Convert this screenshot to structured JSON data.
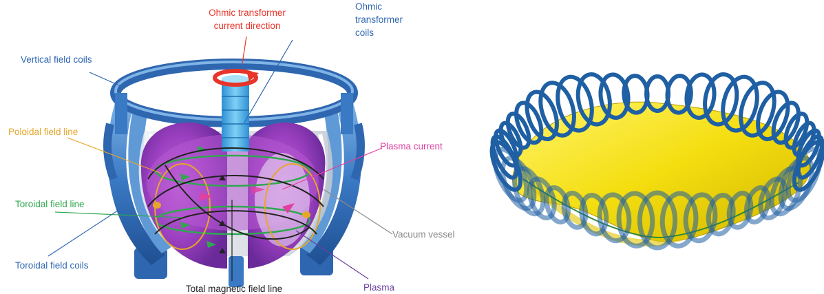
{
  "tokamak": {
    "labels": {
      "ohmic_current": [
        "Ohmic transformer",
        "current direction"
      ],
      "ohmic_coils": [
        "Ohmic",
        "transformer",
        "coils"
      ],
      "vertical_coils": "Vertical field coils",
      "poloidal_line": "Poloidal field line",
      "plasma_current": "Plasma current",
      "toroidal_line": "Toroidal field line",
      "vacuum_vessel": "Vacuum vessel",
      "toroidal_coils": "Toroidal field coils",
      "total_field_line": "Total magnetic field line",
      "plasma": "Plasma"
    },
    "colors": {
      "ohmic_current": "#e8352a",
      "coils_blue": "#2f66b0",
      "poloidal": "#e6a62a",
      "plasma_current": "#e040a0",
      "toroidal": "#2fa84f",
      "vacuum_vessel": "#8a8a8a",
      "total_field": "#222222",
      "plasma": "#6a3fa0"
    }
  },
  "stellarator": {
    "colors": {
      "coil": "#1f5fa3",
      "plasma": "#f4de10",
      "field_line": "#2f8a3a"
    }
  }
}
